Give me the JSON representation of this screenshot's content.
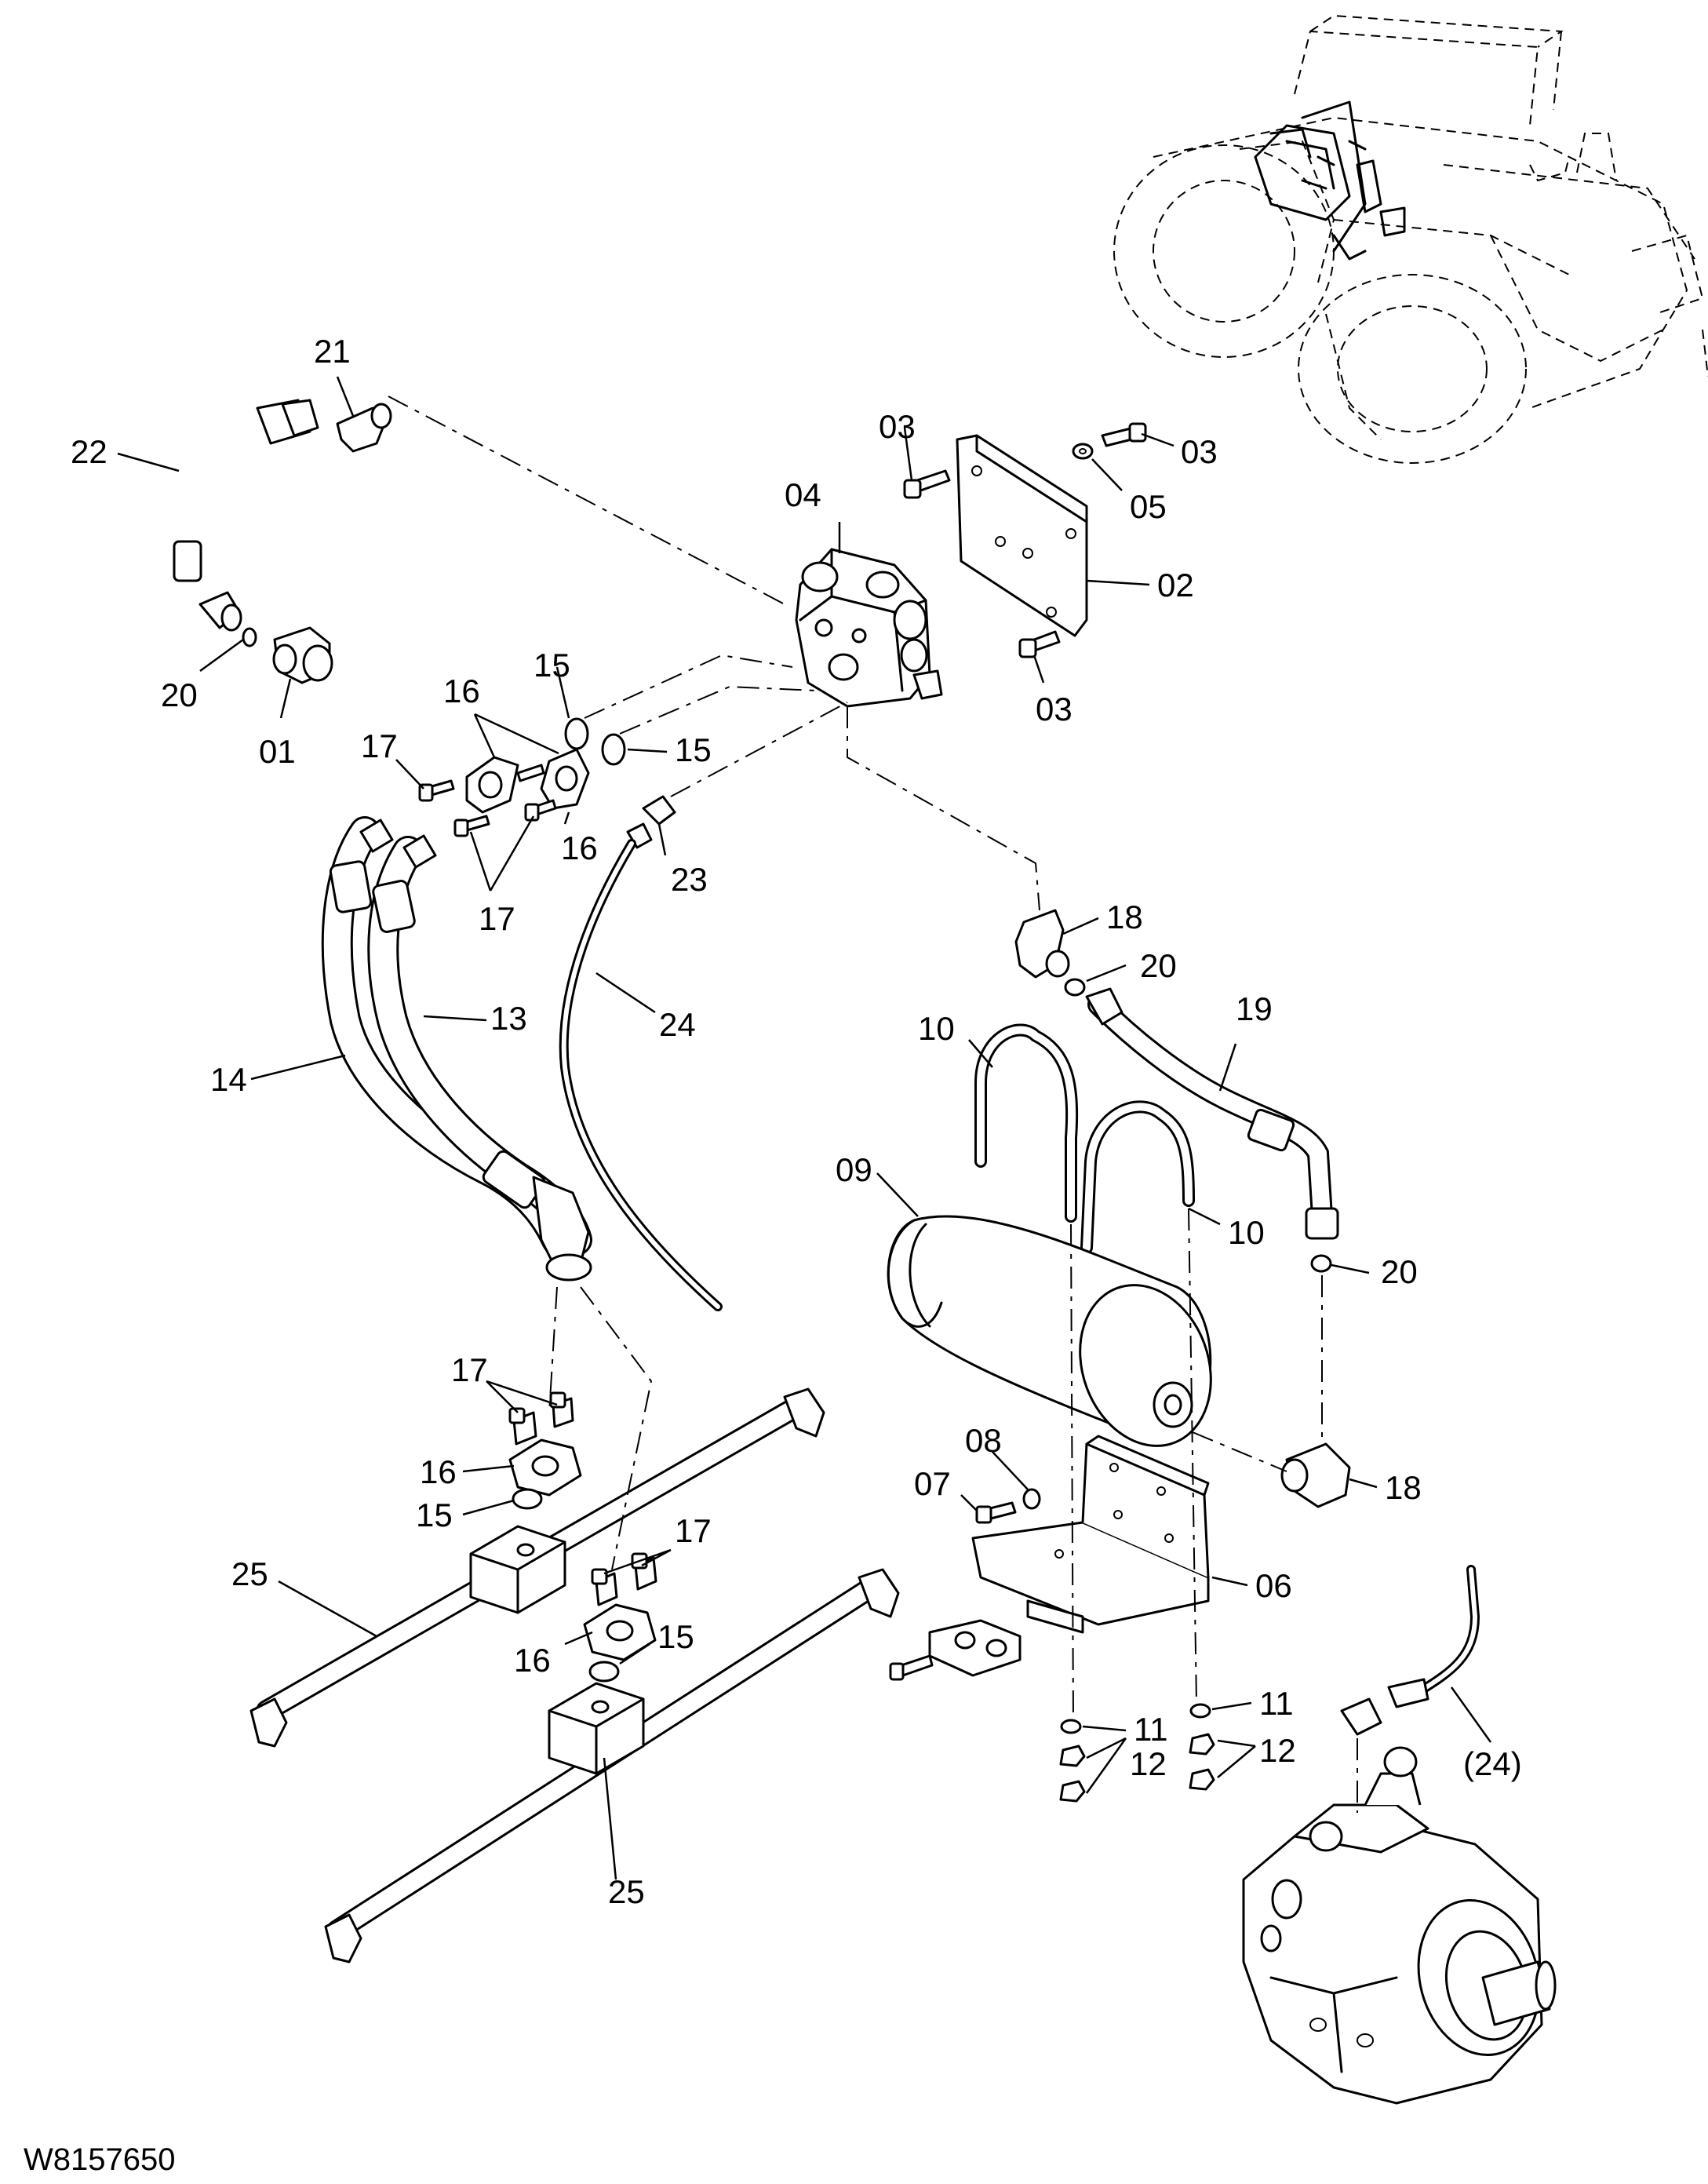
{
  "drawing": {
    "reference": "W8157650"
  },
  "callouts": {
    "c01": "01",
    "c02": "02",
    "c03a": "03",
    "c03b": "03",
    "c03c": "03",
    "c04": "04",
    "c05": "05",
    "c06": "06",
    "c07": "07",
    "c08": "08",
    "c09": "09",
    "c10a": "10",
    "c10b": "10",
    "c11a": "11",
    "c11b": "11",
    "c12a": "12",
    "c12b": "12",
    "c13": "13",
    "c14": "14",
    "c15a": "15",
    "c15b": "15",
    "c15c": "15",
    "c15d": "15",
    "c16a": "16",
    "c16b": "16",
    "c16c": "16",
    "c16d": "16",
    "c17a": "17",
    "c17b": "17",
    "c17c": "17",
    "c17d": "17",
    "c18a": "18",
    "c18b": "18",
    "c19": "19",
    "c20a": "20",
    "c20b": "20",
    "c20c": "20",
    "c21": "21",
    "c22": "22",
    "c23": "23",
    "c24": "24",
    "c24ref": "(24)",
    "c25a": "25",
    "c25b": "25"
  }
}
